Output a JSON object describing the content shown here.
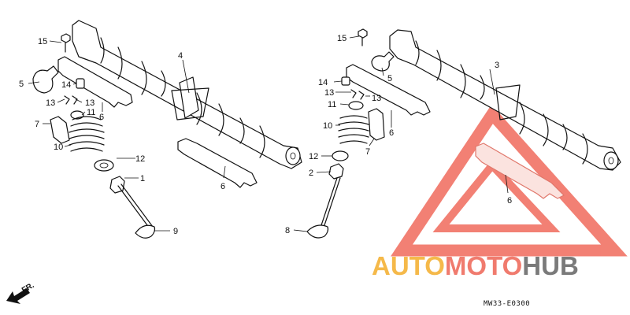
{
  "diagram": {
    "callouts": [
      {
        "id": "c-15-left",
        "text": "15"
      },
      {
        "id": "c-4",
        "text": "4"
      },
      {
        "id": "c-5-left",
        "text": "5"
      },
      {
        "id": "c-14-left",
        "text": "14"
      },
      {
        "id": "c-6-left-top",
        "text": "6"
      },
      {
        "id": "c-13-left-a",
        "text": "13"
      },
      {
        "id": "c-13-left-b",
        "text": "13"
      },
      {
        "id": "c-11-left",
        "text": "11"
      },
      {
        "id": "c-7-left",
        "text": "7"
      },
      {
        "id": "c-10-left",
        "text": "10"
      },
      {
        "id": "c-12-left",
        "text": "12"
      },
      {
        "id": "c-1",
        "text": "1"
      },
      {
        "id": "c-6-left-bottom",
        "text": "6"
      },
      {
        "id": "c-9",
        "text": "9"
      },
      {
        "id": "c-15-right",
        "text": "15"
      },
      {
        "id": "c-5-right",
        "text": "5"
      },
      {
        "id": "c-3",
        "text": "3"
      },
      {
        "id": "c-14-right",
        "text": "14"
      },
      {
        "id": "c-13-right-a",
        "text": "13"
      },
      {
        "id": "c-13-right-b",
        "text": "13"
      },
      {
        "id": "c-11-right",
        "text": "11"
      },
      {
        "id": "c-6-right-mid",
        "text": "6"
      },
      {
        "id": "c-10-right",
        "text": "10"
      },
      {
        "id": "c-7-right",
        "text": "7"
      },
      {
        "id": "c-12-right",
        "text": "12"
      },
      {
        "id": "c-2",
        "text": "2"
      },
      {
        "id": "c-8",
        "text": "8"
      },
      {
        "id": "c-6-right-bottom",
        "text": "6"
      }
    ],
    "direction_label": "FR.",
    "drawing_code": "MW33-E0300"
  },
  "watermark": {
    "part1": "AUTO",
    "part2": "MOTO",
    "part3": "HUB",
    "colors": {
      "auto": "#f5b94a",
      "moto": "#f07b6e",
      "hub": "#7a7a7a",
      "triangle": "#f06b5c"
    }
  }
}
